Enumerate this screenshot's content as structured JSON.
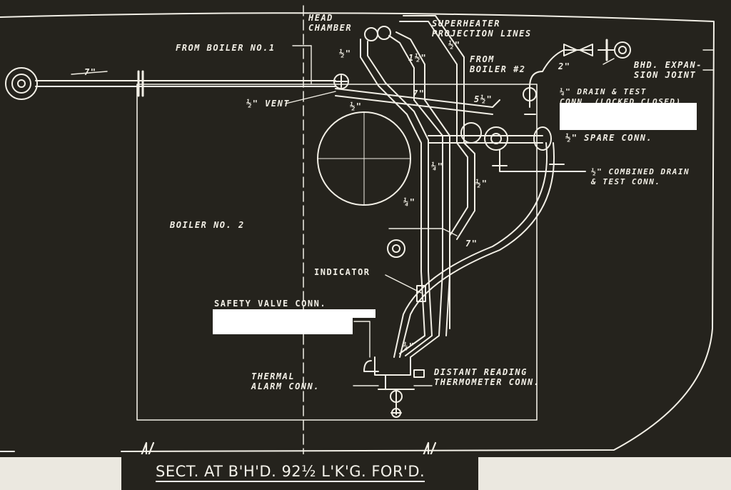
{
  "title": "SECT. AT B'H'D. 92½ L'K'G. FOR'D.",
  "labels": {
    "head_chamber": "HEAD\nCHAMBER",
    "superheater": "SUPERHEATER\nPROJECTION LINES",
    "from_boiler_1": "FROM BOILER NO.1",
    "from_boiler_2": "FROM\nBOILER #2",
    "bhd_expansion": "BHD. EXPAN-\nSION JOINT",
    "drain_test_locked": "¼\" DRAIN & TEST\nCONN. (LOCKED CLOSED)",
    "spare_conn": "½\" SPARE CONN.",
    "combined_drain": "½\" COMBINED DRAIN\n& TEST CONN.",
    "vent": "½\" VENT",
    "boiler_no2": "BOILER NO. 2",
    "indicator": "INDICATOR",
    "safety_valve": "SAFETY VALVE CONN.",
    "thermal_alarm": "THERMAL\nALARM CONN.",
    "distant_reading": "DISTANT READING\nTHERMOMETER CONN.",
    "dim_7_left": "7\"",
    "dim_2": "2\"",
    "dim_half_a": "½\"",
    "dim_1half": "1½\"",
    "dim_half_b": "½\"",
    "dim_half_c": "½\"",
    "dim_7_mid": "7\"",
    "dim_5half": "5½\"",
    "dim_quarter_a": "¼\"",
    "dim_quarter_b": "¼\"",
    "dim_half_d": "½\"",
    "dim_7_low": "7\"",
    "dim_3quarter": "¾\""
  },
  "colors": {
    "background": "#25231d",
    "line": "#f2efe6",
    "redaction": "#ffffff"
  }
}
